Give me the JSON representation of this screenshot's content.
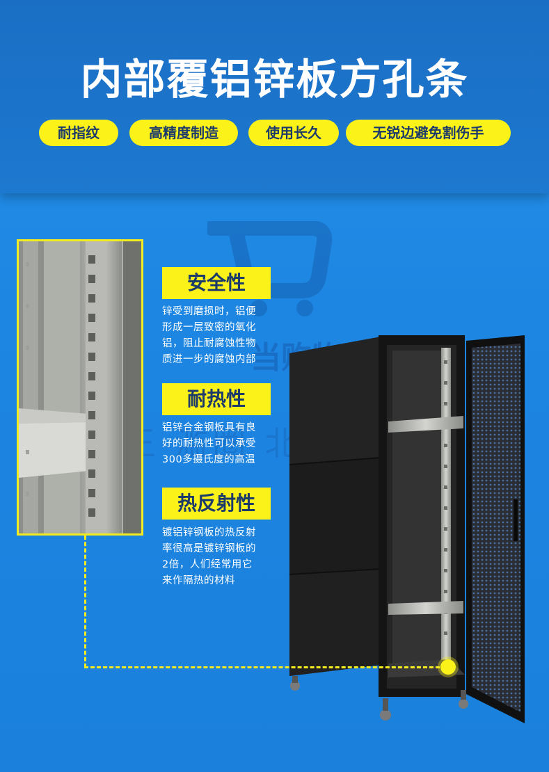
{
  "header": {
    "title": "内部覆铝锌板方孔条",
    "tags": [
      "耐指纹",
      "高精度制造",
      "使用长久",
      "无锐边避免割伤手"
    ]
  },
  "watermark": {
    "brand": "当购物",
    "line": "当覆王         滥圈 北京"
  },
  "features": [
    {
      "title": "安全性",
      "lines": [
        "锌受到磨损时，铝便",
        "形成一层致密的氧化",
        "铝，阻止耐腐蚀性物",
        "质进一步的腐蚀内部"
      ]
    },
    {
      "title": "耐热性",
      "lines": [
        "铝锌合金钢板具有良",
        "好的耐热性可以承受",
        "300多摄氏度的高温"
      ]
    },
    {
      "title": "热反射性",
      "lines": [
        "镀铝锌钢板的热反射",
        "率很高是镀锌钢板的",
        "2倍，人们经常用它",
        "来作隔热的材料"
      ]
    }
  ],
  "colors": {
    "background": "#1d86e2",
    "header": "#1a6fc4",
    "accent_yellow": "#fbf21a",
    "tag_text": "#1c3a6a",
    "cabinet": "#1b1b1b"
  },
  "icons": {
    "watermark": "shopping-cart-icon"
  }
}
